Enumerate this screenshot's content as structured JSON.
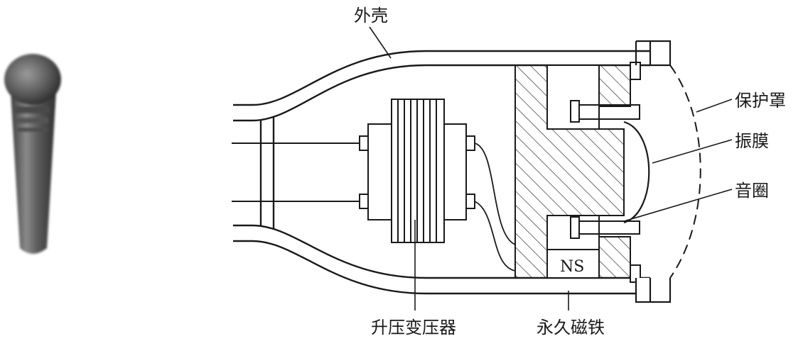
{
  "diagram": {
    "labels": {
      "shell": "外壳",
      "protective_cover": "保护罩",
      "diaphragm": "振膜",
      "voice_coil": "音圈",
      "transformer": "升压变压器",
      "magnet": "永久磁铁",
      "magnet_poles": "NS"
    }
  }
}
